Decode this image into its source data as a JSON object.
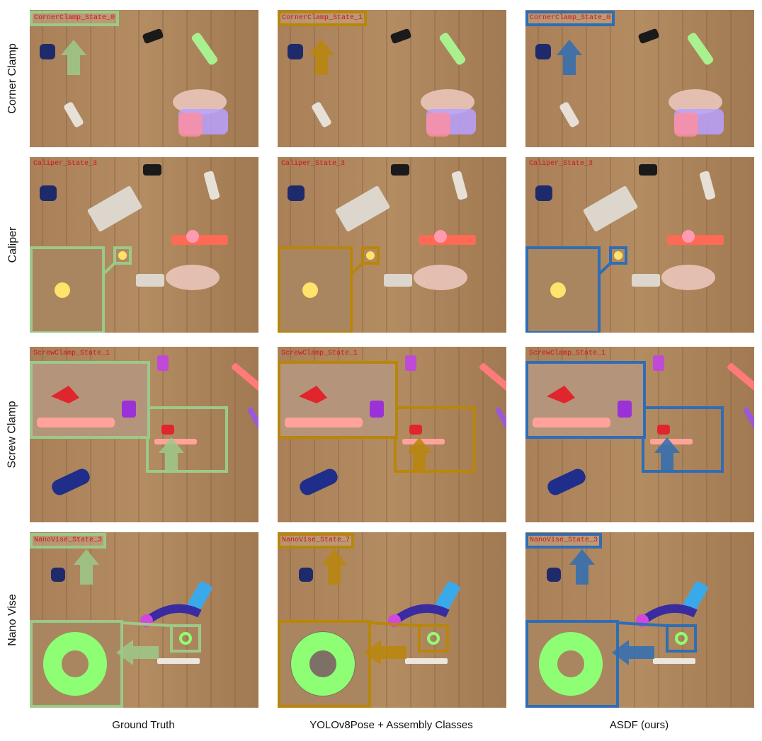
{
  "rows": [
    {
      "name": "Corner Clamp"
    },
    {
      "name": "Caliper"
    },
    {
      "name": "Screw Clamp"
    },
    {
      "name": "Nano Vise"
    }
  ],
  "columns": [
    {
      "name": "Ground Truth",
      "color": "#9cc98a"
    },
    {
      "name": "YOLOv8Pose + Assembly Classes",
      "color": "#b8860b"
    },
    {
      "name": "ASDF (ours)",
      "color": "#2f6db5"
    }
  ],
  "labels": {
    "r0": [
      "CornerClamp_State_0",
      "CornerClamp_State_1",
      "CornerClamp_State_0"
    ],
    "r1": [
      "Caliper_State_3",
      "Caliper_State_3",
      "Caliper_State_3"
    ],
    "r2": [
      "ScrewClamp_State_1",
      "ScrewClamp_State_1",
      "ScrewClamp_State_1"
    ],
    "r3": [
      "NanoVise_State_3",
      "NanoVise_State_7",
      "NanoVise_State_3"
    ]
  }
}
